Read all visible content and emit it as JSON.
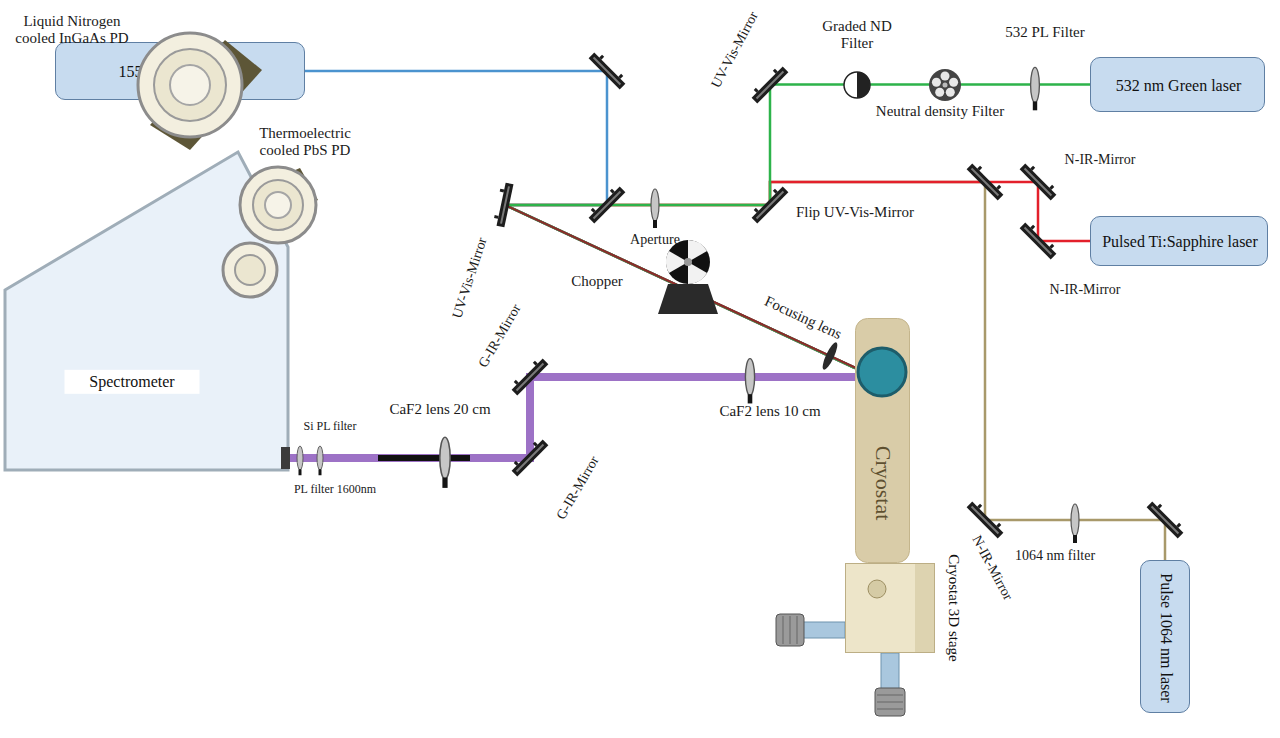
{
  "diagram": {
    "nodes": [
      {
        "text": [
          "1550 nm fiber laser"
        ]
      },
      {
        "text": [
          "532 nm Green laser"
        ]
      },
      {
        "text": [
          "Pulsed Ti:Sapphire laser"
        ]
      },
      {
        "text": [
          "Spectrometer"
        ]
      },
      {
        "text": [
          "Cryostat"
        ]
      },
      {
        "text": [
          "Cryostat 3D stage"
        ]
      },
      {
        "text": [
          "Pulse 1064 nm laser"
        ]
      }
    ],
    "edges": [
      {
        "from": 0,
        "to": 4,
        "arrow": "none"
      },
      {
        "from": 1,
        "to": 4,
        "arrow": "none"
      },
      {
        "from": 2,
        "to": 4,
        "arrow": "none"
      },
      {
        "from": 6,
        "to": 4,
        "arrow": "none"
      },
      {
        "from": 4,
        "to": 3,
        "arrow": "none"
      }
    ],
    "labels": [
      "Liquid Nitrogen cooled InGaAs PD",
      "Thermoelectric cooled PbS PD",
      "Graded ND Filter",
      "532 PL Filter",
      "UV-Vis-Mirror",
      "Neutral density Filter",
      "N-IR-Mirror",
      "Flip UV-Vis-Mirror",
      "UV-Vis-Mirror",
      "Aperture",
      "N-IR-Mirror",
      "Chopper",
      "Focusing lens",
      "G-IR-Mirror",
      "CaF2 lens 10 cm",
      "CaF2 lens 20 cm",
      "G-IR-Mirror",
      "N-IR-Mirror",
      "1064 nm filter",
      "Si PL filter",
      "PL filter 1600nm"
    ]
  }
}
